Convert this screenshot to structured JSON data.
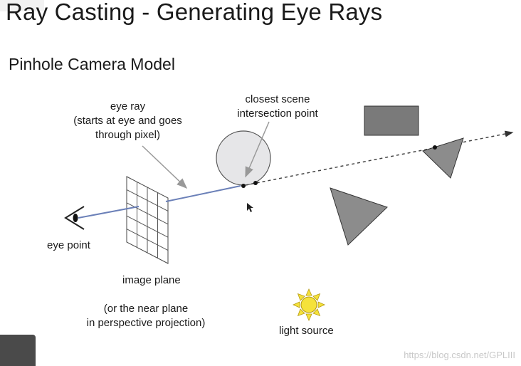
{
  "title": "Ray Casting - Generating Eye Rays",
  "subtitle": "Pinhole Camera Model",
  "labels": {
    "eye_ray": [
      "eye ray",
      "(starts at eye and goes",
      "through pixel)"
    ],
    "closest": [
      "closest scene",
      "intersection point"
    ],
    "eye_point": "eye point",
    "image_plane": "image plane",
    "near_plane": [
      "(or the near plane",
      "in perspective projection)"
    ],
    "light_source": "light source"
  },
  "watermark": "https://blog.csdn.net/GPLIII",
  "colors": {
    "ray": "#6b80b8",
    "shape_fill": "#8c8c8c",
    "rect_fill": "#7a7a7a",
    "sphere_fill": "#e6e6e8",
    "sun_fill": "#f5e23a"
  }
}
